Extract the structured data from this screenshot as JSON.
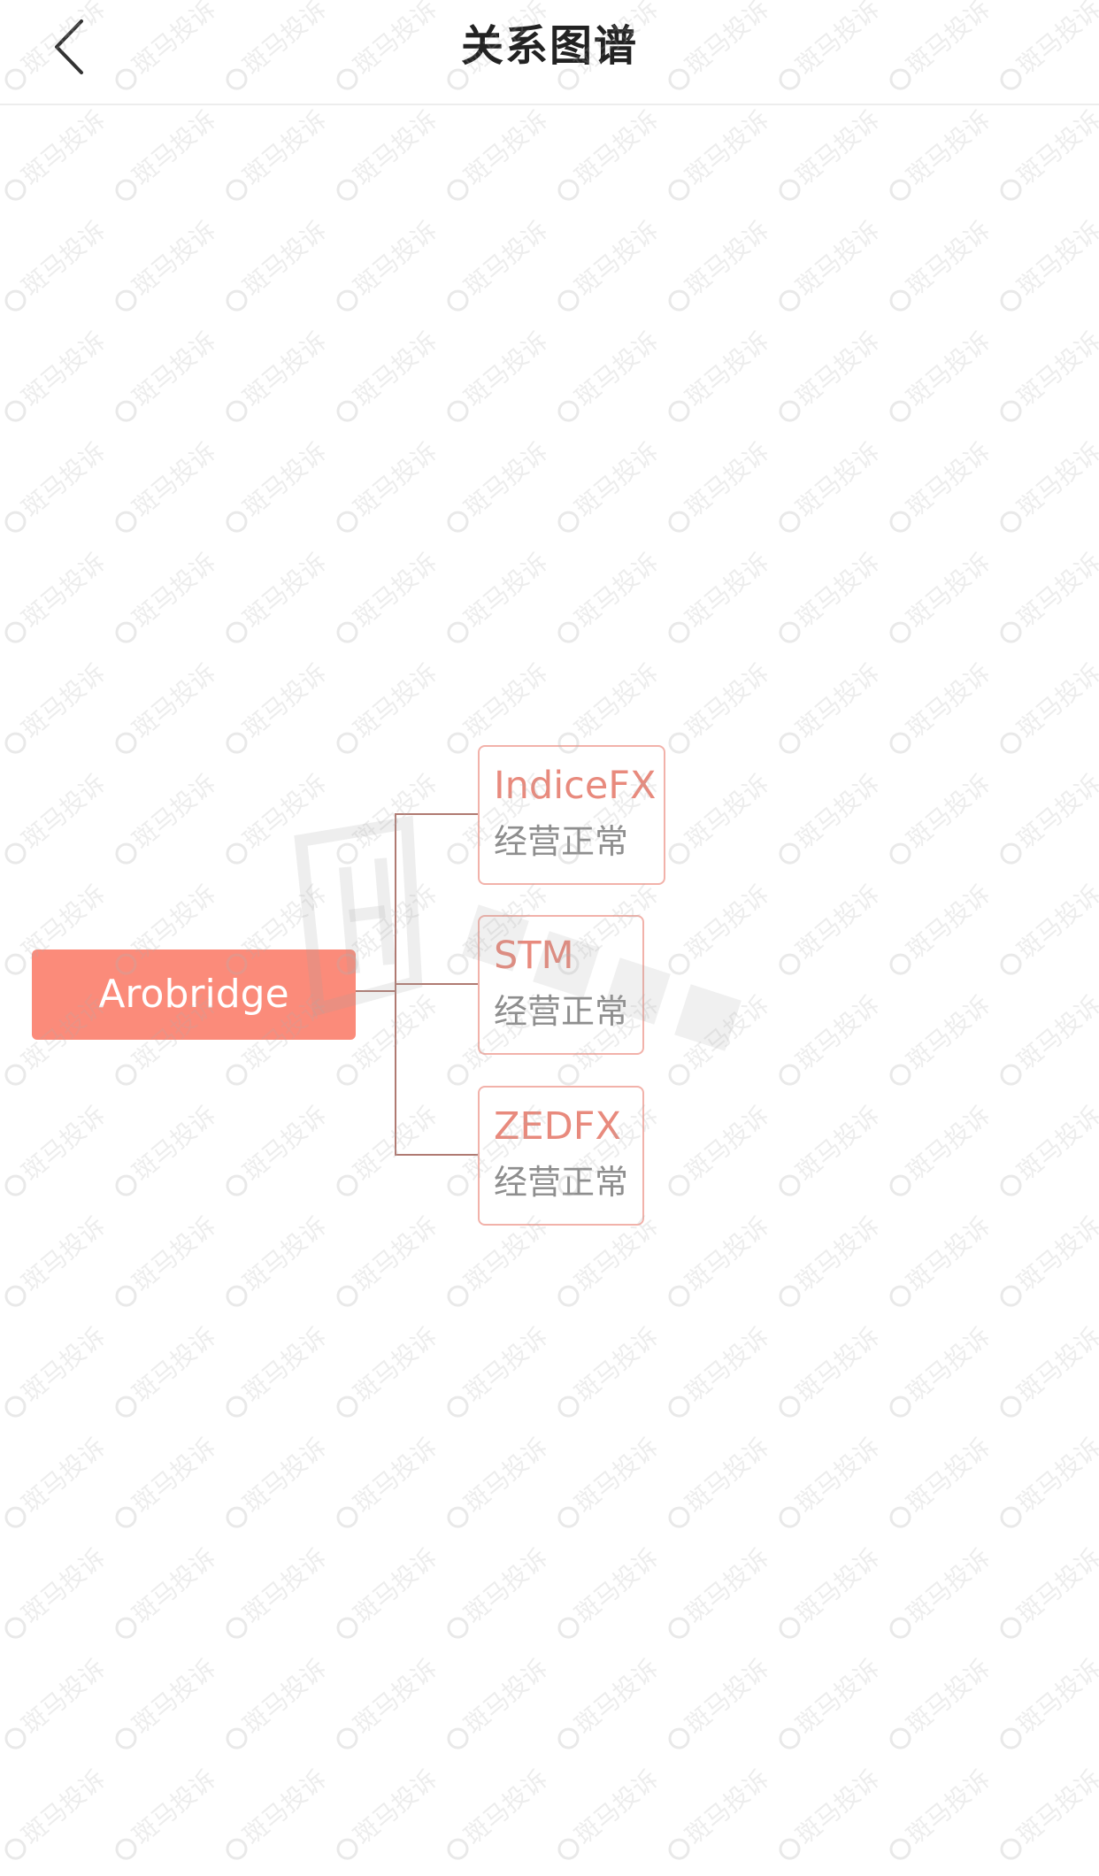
{
  "header": {
    "title": "关系图谱",
    "back_icon": "chevron-left-icon"
  },
  "diagram": {
    "root": {
      "label": "Arobridge",
      "color": "#fb8b7a"
    },
    "children": [
      {
        "name": "IndiceFX",
        "status": "经营正常"
      },
      {
        "name": "STM",
        "status": "经营正常"
      },
      {
        "name": "ZEDFX",
        "status": "经营正常"
      }
    ],
    "child_name_color": "#e88a7d",
    "child_border_color": "#f2b2aa",
    "connector_color": "#b07a72"
  },
  "watermark": {
    "text": "斑马投诉"
  }
}
